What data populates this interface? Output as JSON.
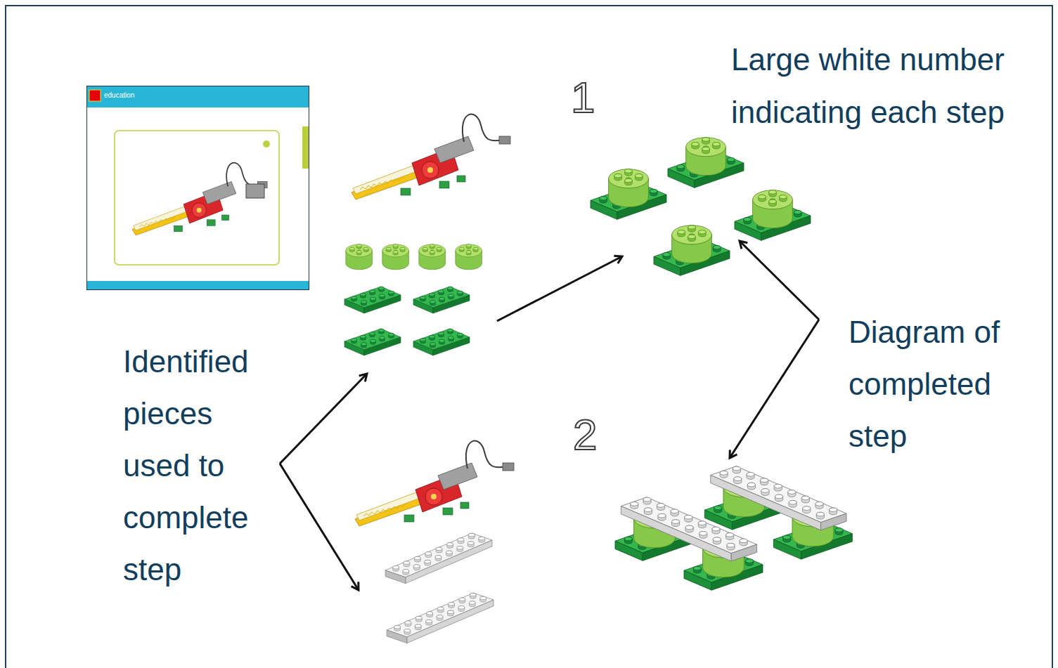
{
  "diagram": {
    "nodes": [
      {
        "text": [
          "education"
        ]
      }
    ],
    "labels": [
      "1",
      "Large white number indicating each step",
      "Identified pieces used to complete step",
      "Diagram of completed step",
      "2"
    ]
  }
}
